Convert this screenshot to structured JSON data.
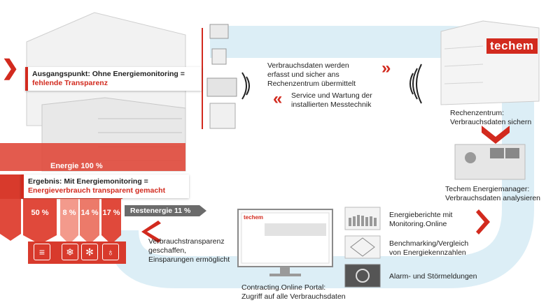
{
  "start_box": {
    "line1": "Ausgangspunkt: Ohne Energiemonitoring =",
    "line2": "fehlende Transparenz"
  },
  "result_box": {
    "line1": "Ergebnis: Mit Energiemonitoring =",
    "line2": "Energieverbrauch transparent gemacht"
  },
  "energy_total": "Energie 100 %",
  "rest_energy": "Restenergie 11 %",
  "shares": [
    {
      "label": "50 %",
      "icon": "radiator-icon",
      "color": "#e0493b"
    },
    {
      "label": "8 %",
      "icon": "snowflake-icon",
      "color": "#f39a8c"
    },
    {
      "label": "14 %",
      "icon": "fan-icon",
      "color": "#ec7a6a"
    },
    {
      "label": "17 %",
      "icon": "lightbulb-icon",
      "color": "#e0493b"
    }
  ],
  "data_capture": {
    "line1": "Verbrauchsdaten werden",
    "line2": "erfasst und sicher ans",
    "line3": "Rechenzentrum übermittelt"
  },
  "service": {
    "line1": "Service und Wartung der",
    "line2": "installierten Messtechnik"
  },
  "brand": "techem",
  "datacenter": {
    "line1": "Rechenzentrum:",
    "line2": "Verbrauchsdaten sichern"
  },
  "energy_manager": {
    "line1": "Techem Energiemanager:",
    "line2": "Verbrauchsdaten analysieren"
  },
  "reports": {
    "line1": "Energieberichte mit",
    "line2": "Monitoring.Online"
  },
  "benchmarking": {
    "line1": "Benchmarking/Vergleich",
    "line2": "von Energiekennzahlen"
  },
  "alarms": "Alarm- und Störmeldungen",
  "portal": {
    "line1": "Contracting.Online Portal:",
    "line2": "Zugriff auf alle Verbrauchsdaten"
  },
  "transparency": {
    "line1": "Verbrauchstransparenz",
    "line2": "geschaffen,",
    "line3": "Einsparungen ermöglicht"
  },
  "colors": {
    "accent": "#d22a1e",
    "flow": "#dceef6",
    "gray": "#6b6b6b"
  }
}
